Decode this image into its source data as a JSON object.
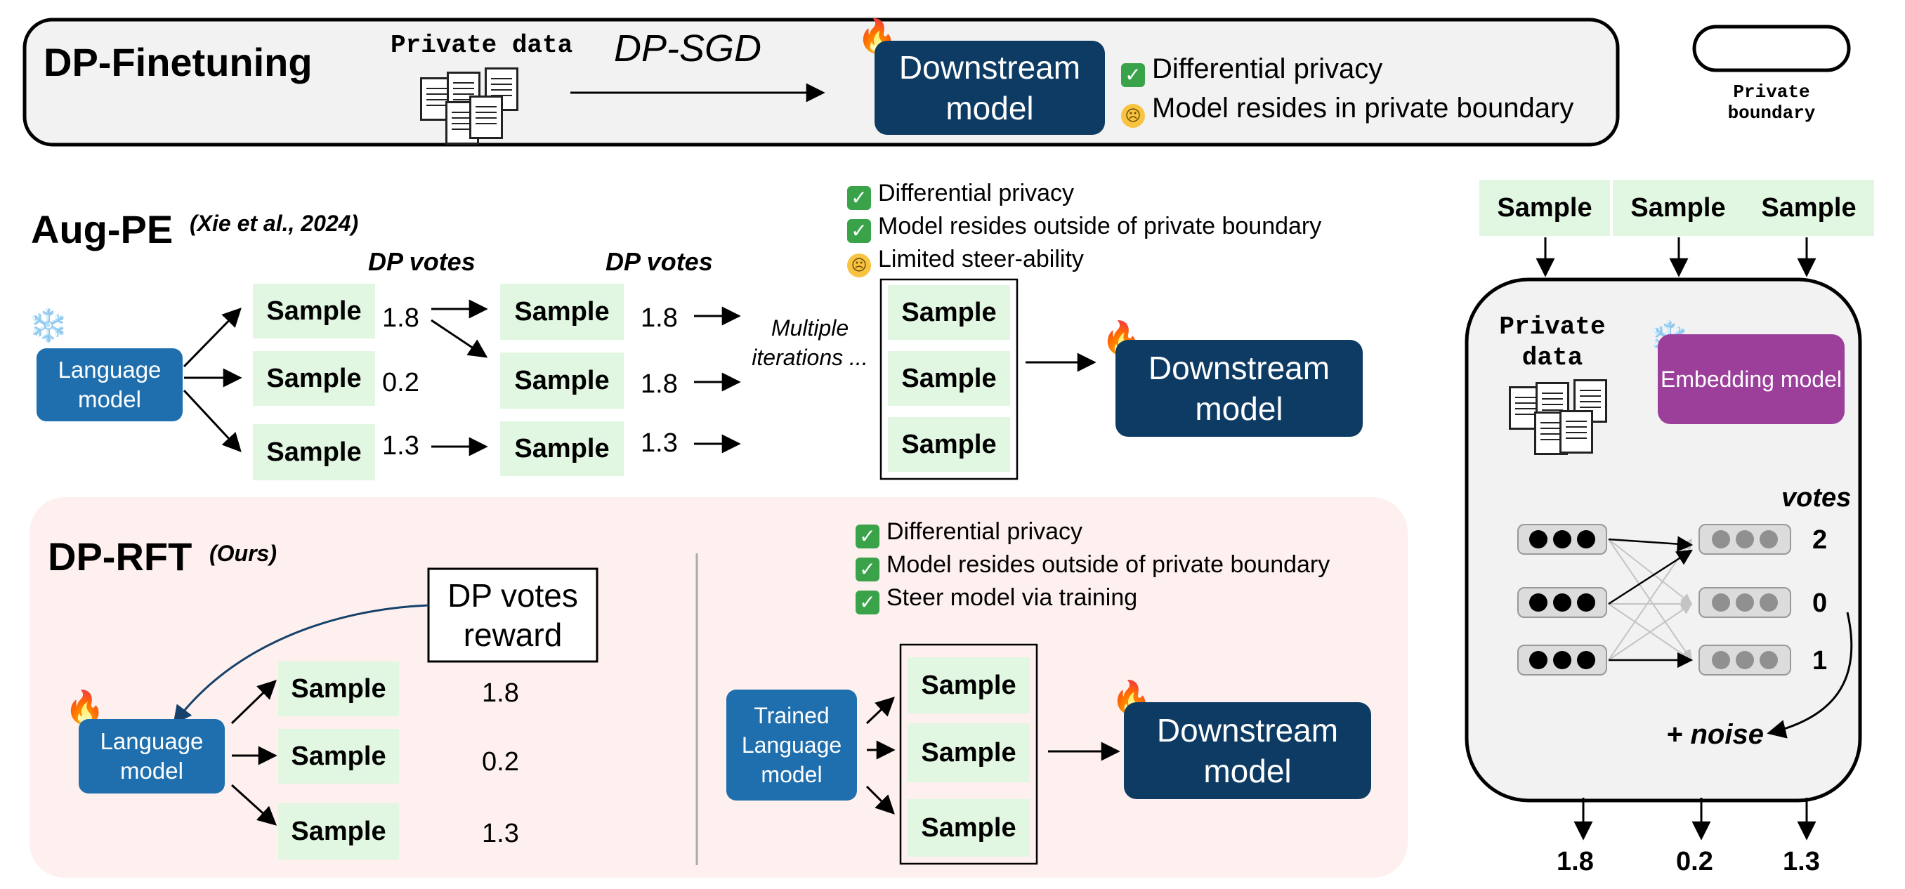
{
  "colors": {
    "sample_bg": "#e2f7e1",
    "language_model": "#1f6fae",
    "downstream_model": "#0d3b63",
    "embedding_model": "#9b3f9b",
    "dp_rft_bg": "#fdf0ee",
    "private_boundary_bg": "#f2f2f2"
  },
  "legend": {
    "label": "Private boundary"
  },
  "dp_finetuning": {
    "title": "DP-Finetuning",
    "private_data": "Private data",
    "method": "DP-SGD",
    "downstream": "Downstream model",
    "pros": [
      {
        "icon": "check-icon",
        "text": "Differential privacy"
      },
      {
        "icon": "frown-icon",
        "text": "Model resides in private boundary"
      }
    ]
  },
  "aug_pe": {
    "title": "Aug-PE",
    "citation": "(Xie et al., 2024)",
    "dp_votes_label": "DP votes",
    "language_model": "Language model",
    "sample_label": "Sample",
    "votes_round1": [
      "1.8",
      "0.2",
      "1.3"
    ],
    "votes_round2": [
      "1.8",
      "1.8",
      "1.3"
    ],
    "iterations": "Multiple iterations ...",
    "downstream": "Downstream model",
    "pros": [
      {
        "icon": "check-icon",
        "text": "Differential privacy"
      },
      {
        "icon": "check-icon",
        "text": "Model resides outside of private boundary"
      },
      {
        "icon": "frown-icon",
        "text": "Limited steer-ability"
      }
    ]
  },
  "dp_rft": {
    "title": "DP-RFT",
    "tag": "(Ours)",
    "reward": "DP votes reward",
    "language_model": "Language model",
    "sample_label": "Sample",
    "votes": [
      "1.8",
      "0.2",
      "1.3"
    ],
    "trained_model": "Trained Language model",
    "downstream": "Downstream model",
    "pros": [
      {
        "icon": "check-icon",
        "text": "Differential privacy"
      },
      {
        "icon": "check-icon",
        "text": "Model resides outside of private boundary"
      },
      {
        "icon": "check-icon",
        "text": "Steer model via training"
      }
    ]
  },
  "voting": {
    "sample_label": "Sample",
    "private_data": "Private data",
    "embedding_model": "Embedding model",
    "votes_label": "votes",
    "vote_counts": [
      "2",
      "0",
      "1"
    ],
    "noise": "+ noise",
    "outputs": [
      "1.8",
      "0.2",
      "1.3"
    ]
  }
}
